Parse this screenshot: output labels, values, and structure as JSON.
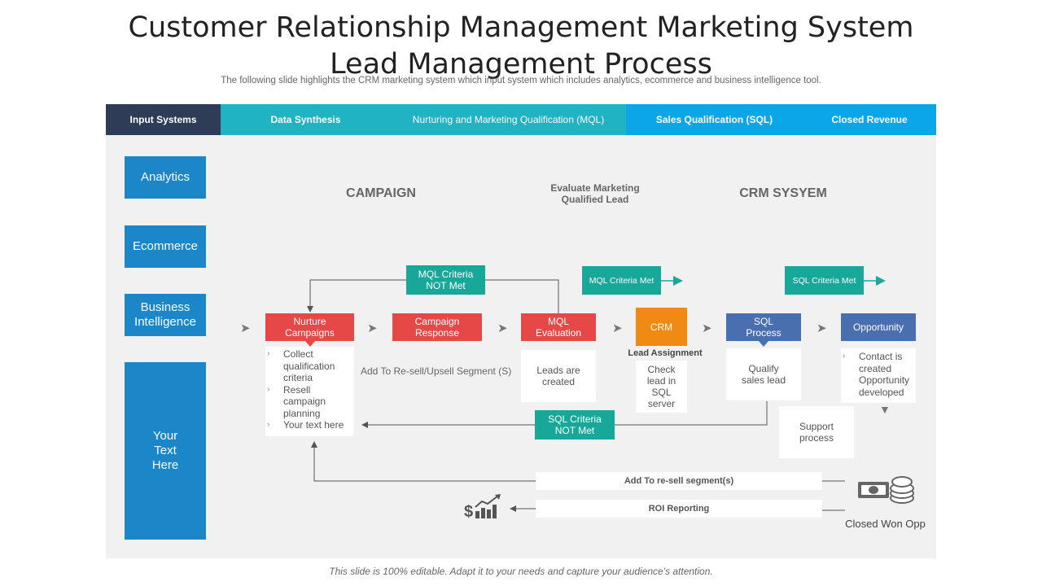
{
  "header": {
    "title": "Customer Relationship Management Marketing System Lead Management Process",
    "subtitle": "The following slide highlights the CRM marketing system which input system which includes analytics, ecommerce and business intelligence tool."
  },
  "stages": [
    {
      "label": "Input  Systems",
      "color": "#2e3c57"
    },
    {
      "label": "Data Synthesis",
      "color": "#1fb3c4"
    },
    {
      "label": "Nurturing and Marketing Qualification (MQL)",
      "color": "#1fb3c4"
    },
    {
      "label": "Sales Qualification  (SQL)",
      "color": "#0aa6e8"
    },
    {
      "label": "Closed Revenue",
      "color": "#0aa6e8"
    }
  ],
  "inputs": [
    "Analytics",
    "Ecommerce",
    "Business Intelligence",
    "Your Text Here"
  ],
  "sections": {
    "campaign": "CAMPAIGN",
    "evaluate": "Evaluate Marketing Qualified Lead",
    "crm_system": "CRM SYSYEM"
  },
  "flow": {
    "mql_not_met": "MQL Criteria NOT Met",
    "mql_met": "MQL Criteria Met",
    "sql_met": "SQL Criteria Met",
    "nurture": "Nurture Campaigns",
    "campaign_response": "Campaign Response",
    "mql_evaluation": "MQL Evaluation",
    "crm": "CRM",
    "lead_assignment": "Lead Assignment",
    "sql_process": "SQL Process",
    "opportunity": "Opportunity",
    "nurture_items": [
      "Collect qualification criteria",
      "Resell campaign planning",
      "Your text here"
    ],
    "add_to_resell": "Add To Re-sell/Upsell Segment (S)",
    "leads_created": "Leads are created",
    "check_lead": "Check lead in SQL server",
    "qualify": "Qualify sales lead",
    "contact": "Contact is created Opportunity developed",
    "support": "Support process",
    "sql_not_met": "SQL Criteria NOT Met",
    "add_segment": "Add To re-sell segment(s)",
    "roi": "ROI Reporting",
    "closed_won": "Closed Won Opp"
  },
  "icons": [
    "roi-chart-icon",
    "money-icon",
    "coins-icon"
  ],
  "footer": "This slide is 100% editable. Adapt it to your needs and capture your audience's attention."
}
